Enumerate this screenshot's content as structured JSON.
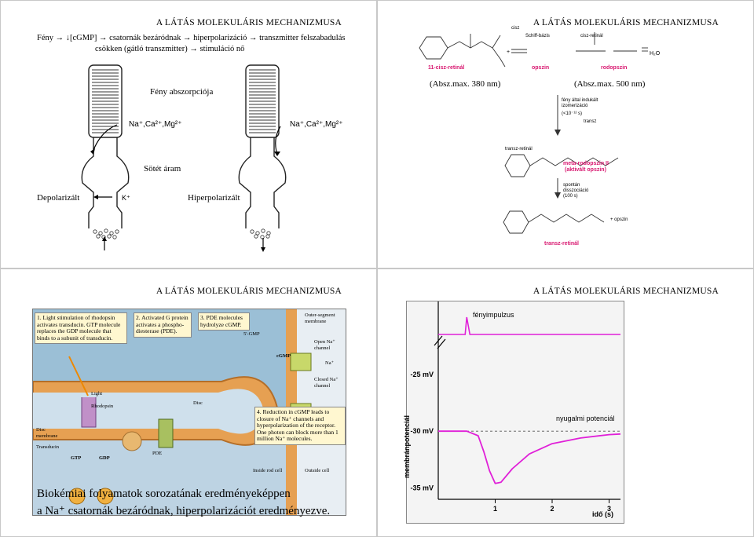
{
  "slides": [
    {
      "title": "A LÁTÁS MOLEKULÁRIS MECHANIZMUSA",
      "cascade_line1": "Fény → ↓[cGMP] → csatornák bezáródnak → hiperpolarizáció → transzmitter felszabadulás",
      "cascade_line2": "csökken (gátló transzmitter) → stimuláció nő",
      "light_absorption": "Fény abszorpciója",
      "ions_left": "Na⁺,Ca²⁺,Mg²⁺",
      "ions_right": "Na⁺,Ca²⁺,Mg²⁺",
      "dark_current": "Sötét áram",
      "depolarized": "Depolarizált",
      "hyperpolarized": "Hiperpolarizált",
      "k_ion": "K⁺"
    },
    {
      "title": "A LÁTÁS MOLEKULÁRIS MECHANIZMUSA",
      "cis_retinal": "11-cisz-retinál",
      "opsin": "opszin",
      "rhodopsin": "rodopszin",
      "abs_left": "(Absz.max. 380 nm)",
      "abs_right": "(Absz.max. 500 nm)",
      "isomerization": "fény által indukált izomerizáció",
      "isomerization_time": "(<10⁻¹² s)",
      "trans_retinal_label": "transz-retinál",
      "trans": "transz",
      "metarhodopsin": "meta-rodopszin II",
      "activated_opsin": "(aktivált opszin)",
      "spontaneous": "spontán disszociáció",
      "dissociation_time": "(100 s)",
      "plus_opsin": "+ opszin",
      "final_trans_retinal": "transz-retinál",
      "schiff_base": "Schiff-bázis",
      "cis_retinal_small": "cisz-retinál",
      "cisz": "cisz",
      "water": "H₂O",
      "plus": "+"
    },
    {
      "title": "A LÁTÁS MOLEKULÁRIS MECHANIZMUSA",
      "box1": "1. Light stimulation of rhodopsin activates transducin. GTP molecule replaces the GDP molecule that binds to a subunit of transducin.",
      "box2": "2. Activated G protein activates a phospho-diesterase (PDE).",
      "box3": "3. PDE molecules hydrolyze cGMP.",
      "box4": "4. Reduction in cGMP leads to closure of Na⁺ channels and hyperpolarization of the receptor. One photon can block more than 1 million Na⁺ molecules.",
      "outer_segment": "Outer-segment membrane",
      "open_channel": "Open Na⁺ channel",
      "closed_channel": "Closed Na⁺ channel",
      "light": "Light",
      "rhodopsin": "Rhodopsin",
      "disc": "Disc",
      "disc_membrane": "Disc membrane",
      "transducin": "Transducin",
      "pde": "PDE",
      "gtp": "GTP",
      "gdp": "GDP",
      "cgmp": "cGMP",
      "five_gmp": "5'-GMP",
      "na": "Na⁺",
      "inside": "Inside rod cell",
      "outside": "Outside cell",
      "caption1": "Biokémiai folyamatok sorozatának eredményeképpen",
      "caption2": "a Na⁺ csatornák bezáródnak, hiperpolarizációt eredményezve."
    },
    {
      "title": "A LÁTÁS MOLEKULÁRIS MECHANIZMUSA",
      "light_pulse": "fényimpulzus",
      "resting": "nyugalmi potenciál",
      "ylabel": "membránpotenciál",
      "xlabel": "idő (s)"
    }
  ],
  "chart_data": {
    "type": "line",
    "title": "",
    "xlabel": "idő (s)",
    "ylabel": "membránpotenciál",
    "y_ticks": [
      "-25 mV",
      "-30 mV",
      "-35 mV"
    ],
    "x_ticks": [
      "1",
      "2",
      "3"
    ],
    "resting_potential_mv": -30,
    "xlim": [
      0,
      3.2
    ],
    "ylim": [
      -36,
      -23
    ],
    "series": [
      {
        "x": [
          0,
          0.5,
          0.7,
          0.8,
          0.9,
          1.0,
          1.1,
          1.3,
          1.6,
          2.0,
          2.5,
          3.0,
          3.2
        ],
        "y": [
          -30,
          -30,
          -30.4,
          -31.8,
          -33.5,
          -34.6,
          -34.5,
          -33.3,
          -32.0,
          -31.1,
          -30.6,
          -30.3,
          -30.25
        ]
      }
    ],
    "line_color": "#e020d8",
    "background": "#f4f4f4"
  }
}
